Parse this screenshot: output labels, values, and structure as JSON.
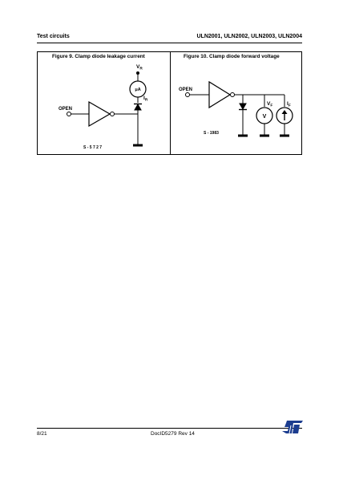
{
  "header": {
    "section": "Test circuits",
    "parts": "ULN2001, ULN2002, ULN2003, ULN2004"
  },
  "figures": [
    {
      "title": "Figure 9. Clamp diode leakage current",
      "labels": {
        "open": "OPEN",
        "vr": "V",
        "vr_sub": "R",
        "meter": "μA",
        "ir": "I",
        "ir_sub": "R",
        "code": "S - 5 7 2 7"
      }
    },
    {
      "title": "Figure 10. Clamp diode forward voltage",
      "labels": {
        "open": "OPEN",
        "vf": "V",
        "vf_sub": "F",
        "if": "I",
        "if_sub": "F",
        "vmeter": "V",
        "code": "S - 1983"
      }
    }
  ],
  "footer": {
    "page": "8/21",
    "doc": "DocID5279 Rev 14"
  },
  "logo": {
    "icon": "st-logo-icon",
    "color": "#1c3d8f"
  }
}
